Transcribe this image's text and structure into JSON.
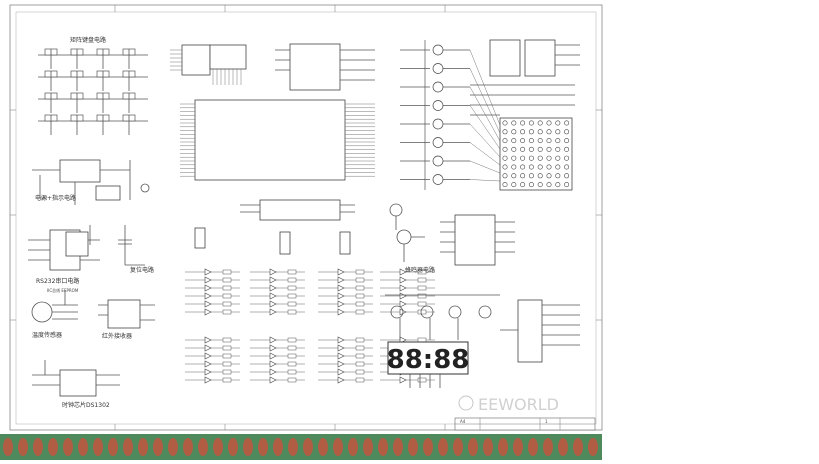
{
  "sheet_title": "",
  "blocks": [
    {
      "id": "keypad",
      "label": "矩阵键盘电路"
    },
    {
      "id": "power",
      "label": "电源+指示电路"
    },
    {
      "id": "serial",
      "label": "RS232串口电路"
    },
    {
      "id": "reset",
      "label": "复位电路"
    },
    {
      "id": "temp",
      "label": "温度传感器"
    },
    {
      "id": "ir",
      "label": "红外接收器"
    },
    {
      "id": "clock",
      "label": "时钟芯片DS1302"
    },
    {
      "id": "buzzer",
      "label": "蜂鸣器电路"
    },
    {
      "id": "eeprom",
      "label": "IIC总线 EEPROM"
    }
  ],
  "seven_segment": {
    "text": "88:88"
  },
  "watermark": {
    "text": "EEWORLD"
  },
  "title_block": {
    "size": "A4",
    "sheet": "1"
  },
  "colors": {
    "pcb_green": "#4f8a5c",
    "pcb_pad": "#c9513f",
    "line": "#555555"
  }
}
